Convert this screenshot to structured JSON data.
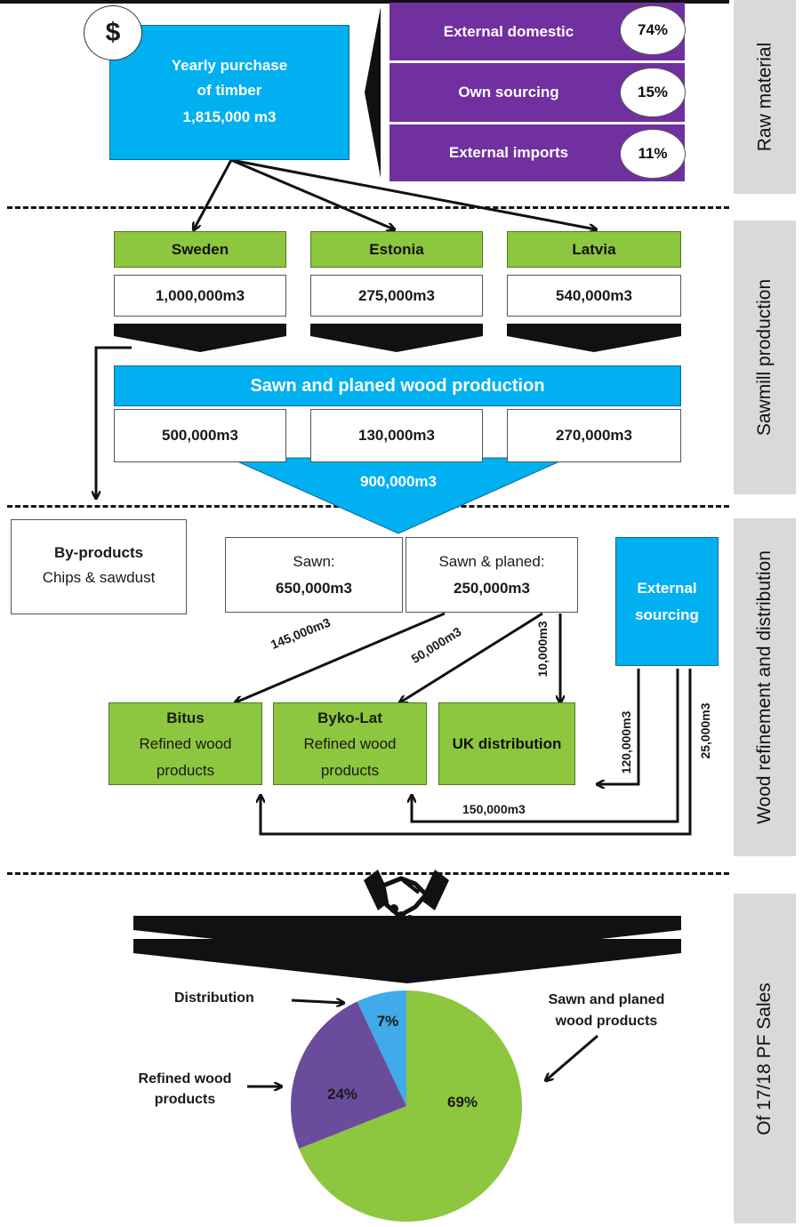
{
  "sections": {
    "raw": "Raw material",
    "sawmill": "Sawmill production",
    "refine": "Wood refinement and distribution",
    "sales": "Of 17/18 PF Sales"
  },
  "raw": {
    "dollar": "$",
    "purchase_lines": [
      "Yearly purchase",
      "of timber",
      "1,815,000 m3"
    ],
    "sources": [
      {
        "label": "External domestic",
        "pct": "74%"
      },
      {
        "label": "Own sourcing",
        "pct": "15%"
      },
      {
        "label": "External imports",
        "pct": "11%"
      }
    ]
  },
  "sawmill": {
    "countries": [
      {
        "name": "Sweden",
        "volume": "1,000,000m3",
        "sawn": "500,000m3"
      },
      {
        "name": "Estonia",
        "volume": "275,000m3",
        "sawn": "130,000m3"
      },
      {
        "name": "Latvia",
        "volume": "540,000m3",
        "sawn": "270,000m3"
      }
    ],
    "banner": "Sawn and planed wood production",
    "total": "900,000m3"
  },
  "refine": {
    "byproducts_title": "By-products",
    "byproducts_sub": "Chips & sawdust",
    "sawn_label": "Sawn:",
    "sawn_value": "650,000m3",
    "planed_label": "Sawn & planed:",
    "planed_value": "250,000m3",
    "external_lines": [
      "External",
      "sourcing"
    ],
    "flows": [
      "145,000m3",
      "50,000m3",
      "10,000m3",
      "120,000m3",
      "25,000m3",
      "150,000m3"
    ],
    "bitus": [
      "Bitus",
      "Refined wood",
      "products"
    ],
    "byko": [
      "Byko-Lat",
      "Refined wood",
      "products"
    ],
    "uk": "UK distribution"
  },
  "sales": {
    "labels": {
      "distribution": "Distribution",
      "refined": [
        "Refined wood",
        "products"
      ],
      "sawn": [
        "Sawn and planed",
        "wood products"
      ]
    }
  },
  "chart_data": {
    "type": "pie",
    "title": "",
    "slices": [
      {
        "label": "Sawn and planed wood products",
        "value": 69,
        "display": "69%",
        "color": "#8dc63f"
      },
      {
        "label": "Refined wood products",
        "value": 24,
        "display": "24%",
        "color": "#6a4c9c"
      },
      {
        "label": "Distribution",
        "value": 7,
        "display": "7%",
        "color": "#41aae8"
      }
    ]
  },
  "colors": {
    "blue": "#00b0f0",
    "green": "#8dc63f",
    "purple": "#7030a0",
    "pie_purple": "#6a4c9c",
    "pie_blue": "#41aae8",
    "side_grey": "#d9d9d9"
  },
  "icons": [
    "dollar-icon",
    "handshake-icon"
  ]
}
